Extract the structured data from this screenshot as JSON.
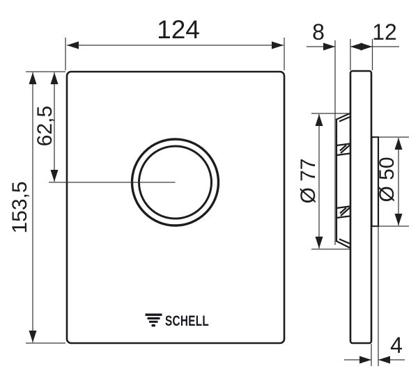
{
  "drawing": {
    "kind": "technical-drawing",
    "product": "SCHELL flush plate — front and side elevation with dimensions",
    "background_color": "#ffffff",
    "outline_color": "#1c1c1c",
    "dim_line_color": "#3a3a3a"
  },
  "front_view": {
    "plate_width": "124",
    "plate_height": "153,5",
    "button_center_from_top": "62,5"
  },
  "side_view": {
    "mount_depth": "8",
    "plate_thickness": "12",
    "flange_diameter": "Ø 77",
    "button_ring_diameter": "Ø 50",
    "button_protrusion": "4"
  },
  "logo": {
    "text": "SCHELL",
    "icon": "schell-water-drop-icon"
  }
}
